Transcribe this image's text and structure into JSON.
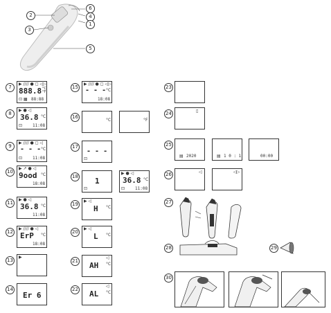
{
  "callouts": [
    "2",
    "3",
    "4",
    "1",
    "5",
    "6"
  ],
  "figures": {
    "f7": {
      "num": "7",
      "main": "888.8",
      "unit": "°C\n°F",
      "sub": "88:88",
      "icons": "▶ //// ● ◻ ◁▷",
      "mem": "⊡ ▦"
    },
    "f8": {
      "num": "8",
      "main": "36.8",
      "unit": "°C",
      "sub": "11:08",
      "icons": "▶       ● ◁",
      "mem": "⊡"
    },
    "f9": {
      "num": "9",
      "main": "- - -",
      "unit": "°C",
      "sub": "11:08",
      "icons": "▶ //// ● ◻ ◁",
      "mem": "⊡"
    },
    "f10": {
      "num": "10",
      "main": "9ood",
      "unit": "°C",
      "sub": "18:08",
      "icons": "▶  ↗ ● ◁"
    },
    "f11": {
      "num": "11",
      "main": "36.8",
      "unit": "°C",
      "sub": "11:08",
      "icons": "▶       ● ◁"
    },
    "f12": {
      "num": "12",
      "main": "ErP",
      "unit": "°C",
      "sub": "18:08",
      "icons": "▶ //// ● ◁"
    },
    "f13": {
      "num": "13",
      "icons": "▶"
    },
    "f14": {
      "num": "14",
      "main": "Er 6"
    },
    "f15": {
      "num": "15",
      "main": "- - -",
      "unit": "°C",
      "sub": "18:08",
      "icons": "▶ //// ● ◻ ◁▷"
    },
    "f16": {
      "num": "16",
      "unitA": "°C",
      "unitB": "°F"
    },
    "f17": {
      "num": "17",
      "main": "- - -",
      "mem": "⊡"
    },
    "f18": {
      "num": "18",
      "main": "1",
      "mem": "⊡",
      "mainB": "36.8",
      "unitB": "°C",
      "subB": "11:08",
      "iconsB": "▶     ● ◁",
      "memB": "⊡"
    },
    "f19": {
      "num": "19",
      "main": "H",
      "unit": "°C",
      "icons": "▶    ◁"
    },
    "f20": {
      "num": "20",
      "main": "L",
      "unit": "°C",
      "icons": "▶    ◁"
    },
    "f21": {
      "num": "21",
      "main": "AH",
      "unit": "°C",
      "icons": "◁"
    },
    "f22": {
      "num": "22",
      "main": "AL",
      "unit": "°C",
      "icons": "◁"
    },
    "f23": {
      "num": "23"
    },
    "f24": {
      "num": "24",
      "icon": "▯"
    },
    "f25": {
      "num": "25",
      "year": "2020",
      "yearIcon": "▤",
      "date": "1 0 : 1",
      "dateIcon": "▤",
      "time": "00:00"
    },
    "f26": {
      "num": "26",
      "iconA": "◁",
      "iconB": "◁▷"
    },
    "f27": {
      "num": "27"
    },
    "f28": {
      "num": "28"
    },
    "f29": {
      "num": "29"
    },
    "f30": {
      "num": "30"
    }
  },
  "colors": {
    "ink": "#222222",
    "device_body": "#e8e8e8",
    "device_shadow": "#cfcfcf"
  }
}
